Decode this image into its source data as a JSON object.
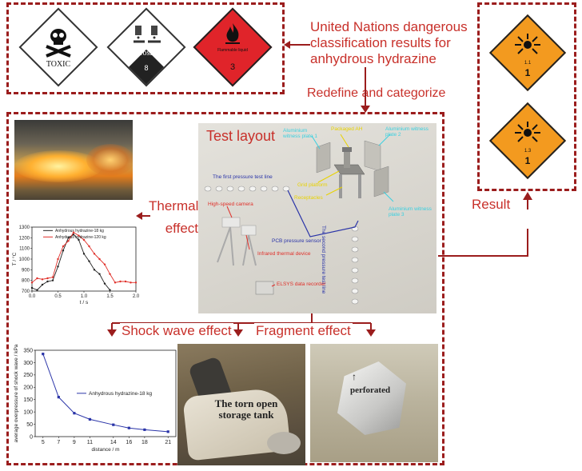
{
  "classification": {
    "title_lines": [
      "United Nations dangerous",
      "classification results for",
      "anhydrous hydrazine"
    ],
    "labels": [
      {
        "name": "toxic",
        "text": "TOXIC",
        "num": ""
      },
      {
        "name": "corrosives",
        "text": "corrosives",
        "num": "8"
      },
      {
        "name": "flammable",
        "text": "Flammable liquid",
        "num": "3"
      }
    ]
  },
  "redefine_label": "Redefine and categorize",
  "result": {
    "label": "Result",
    "labels": [
      {
        "div": "1.1",
        "num": "1"
      },
      {
        "div": "1.3",
        "num": "1"
      }
    ]
  },
  "test_layout": {
    "title": "Test layout",
    "labels": {
      "aluminium_plate_1": "Aluminium witness plate 1",
      "packaged_ah": "Packaged AH",
      "aluminium_plate_2": "Aluminium witness plate 2",
      "first_line": "The first pressure test line",
      "grid_platform": "Grid platform",
      "receptacles": "Receptacles",
      "aluminium_plate_3": "Aluminium witness plate 3",
      "second_line": "The second pressure test line",
      "high_speed_camera": "High-speed camera",
      "pcb_sensor": "PCB pressure sensor",
      "infrared": "Infrared thermal device",
      "elsys": "ELSYS data recorder"
    }
  },
  "thermal_label_lines": [
    "Thermal",
    "effect"
  ],
  "shock_label": "Shock wave effect",
  "fragment_label": "Fragment effect",
  "photos": {
    "torn_lines": [
      "The torn open",
      "storage tank"
    ],
    "perforated": "perforated"
  },
  "colors": {
    "border": "#9b1d1d",
    "red_text": "#c8302a",
    "orange_diamond": "#f39a1f",
    "flammable_red": "#e0242a",
    "series1": "#222222",
    "series2": "#e0302a",
    "shock_line": "#2a34a8"
  },
  "chart_data": [
    {
      "type": "line",
      "title": "",
      "xlabel": "t / s",
      "ylabel": "T / °C",
      "xlim": [
        0.0,
        2.0
      ],
      "ylim": [
        700,
        1300
      ],
      "xticks": [
        "0.0",
        "0.5",
        "1.0",
        "1.5",
        "2.0"
      ],
      "yticks": [
        "700",
        "800",
        "900",
        "1000",
        "1100",
        "1200",
        "1300"
      ],
      "legend_position": "top-left",
      "series": [
        {
          "name": "Anhydrous hydrazine-18 kg",
          "x": [
            0.0,
            0.1,
            0.2,
            0.3,
            0.4,
            0.5,
            0.6,
            0.7,
            0.8,
            0.9,
            1.0,
            1.1,
            1.2,
            1.3,
            1.4,
            1.5
          ],
          "y": [
            730,
            710,
            760,
            790,
            800,
            930,
            1080,
            1200,
            1230,
            1180,
            1050,
            980,
            900,
            860,
            770,
            710
          ]
        },
        {
          "name": "Anhydrous hydrazine-120 kg",
          "x": [
            0.0,
            0.1,
            0.2,
            0.3,
            0.4,
            0.5,
            0.6,
            0.7,
            0.8,
            0.9,
            1.0,
            1.1,
            1.2,
            1.3,
            1.4,
            1.5,
            1.6,
            1.7,
            1.8,
            1.9,
            2.0
          ],
          "y": [
            780,
            820,
            810,
            820,
            830,
            1000,
            1120,
            1170,
            1250,
            1220,
            1180,
            1120,
            1050,
            1000,
            950,
            860,
            780,
            790,
            790,
            780,
            780
          ]
        }
      ]
    },
    {
      "type": "line",
      "title": "",
      "xlabel": "distance / m",
      "ylabel": "average overpressure of shock wave / kPa",
      "xlim": [
        4,
        22
      ],
      "ylim": [
        0,
        350
      ],
      "xticks": [
        "5",
        "7",
        "9",
        "11",
        "14",
        "16",
        "18",
        "21"
      ],
      "yticks": [
        "0",
        "50",
        "100",
        "150",
        "200",
        "250",
        "300",
        "350"
      ],
      "legend_position": "center-right",
      "series": [
        {
          "name": "Anhydrous hydrazine-18 kg",
          "x": [
            5,
            7,
            9,
            11,
            14,
            16,
            18,
            21
          ],
          "y": [
            335,
            160,
            95,
            70,
            48,
            35,
            28,
            20
          ]
        }
      ]
    }
  ]
}
